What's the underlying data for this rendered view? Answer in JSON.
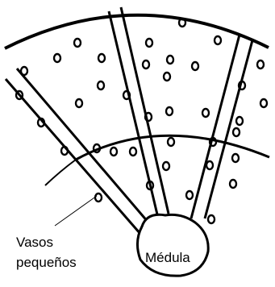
{
  "labels": {
    "vasos_line1": "Vasos",
    "vasos_line2": "pequeños",
    "medula": "Médula"
  },
  "colors": {
    "ink": "#000000",
    "background": "#ffffff"
  }
}
